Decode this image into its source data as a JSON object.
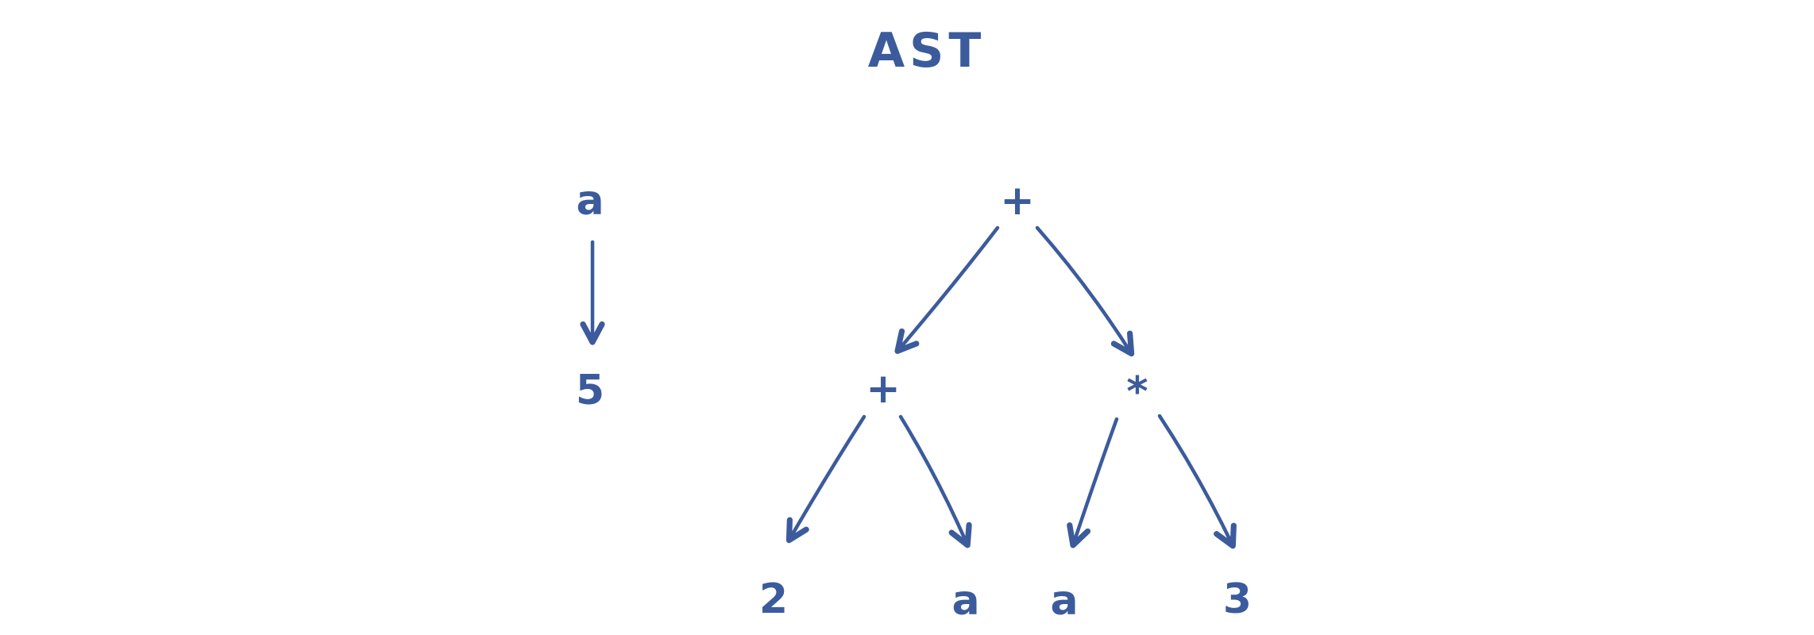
{
  "title": "AST",
  "colors": {
    "accent": "#3b5b9c",
    "background": "#ffffff"
  },
  "binding": {
    "variable": "a",
    "value": "5"
  },
  "tree": {
    "root": {
      "label": "+",
      "children": [
        {
          "label": "+",
          "children": [
            {
              "label": "2"
            },
            {
              "label": "a"
            }
          ]
        },
        {
          "label": "*",
          "children": [
            {
              "label": "a"
            },
            {
              "label": "3"
            }
          ]
        }
      ]
    }
  }
}
